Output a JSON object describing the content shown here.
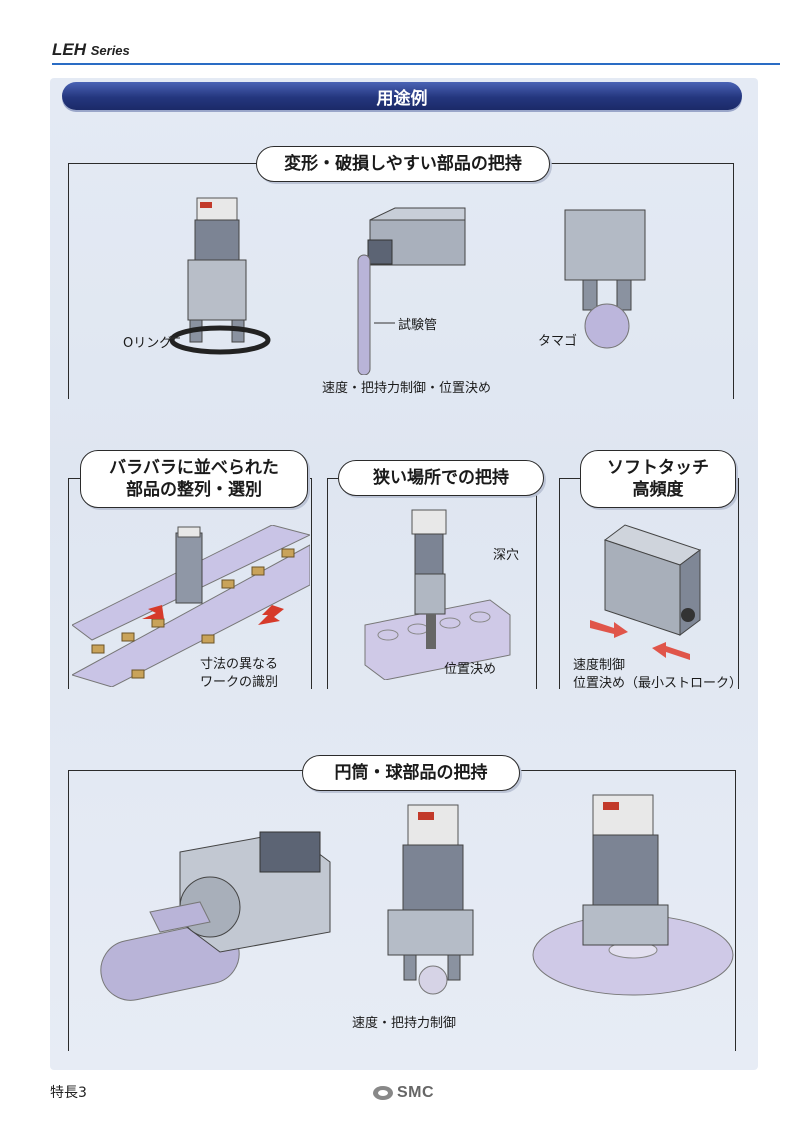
{
  "header": {
    "series_name": "LEH",
    "series_suffix": "Series"
  },
  "banner": {
    "title": "用途例"
  },
  "sections": {
    "fragile": {
      "title": "変形・破損しやすい部品の把持",
      "labels": {
        "o_ring": "Oリング",
        "test_tube": "試験管",
        "egg": "タマゴ"
      },
      "caption": "速度・把持力制御・位置決め"
    },
    "sorting": {
      "title_line1": "バラバラに並べられた",
      "title_line2": "部品の整列・選別",
      "caption_line1": "寸法の異なる",
      "caption_line2": "ワークの識別"
    },
    "narrow": {
      "title": "狭い場所での把持",
      "labels": {
        "deep_hole": "深穴"
      },
      "caption": "位置決め"
    },
    "soft_touch": {
      "title_line1": "ソフトタッチ",
      "title_line2": "高頻度",
      "caption_line1": "速度制御",
      "caption_line2": "位置決め（最小ストローク）"
    },
    "cylinder": {
      "title": "円筒・球部品の把持",
      "caption": "速度・把持力制御"
    }
  },
  "footer": {
    "page": "特長3",
    "logo_text": "SMC"
  },
  "colors": {
    "banner": "#24367e",
    "accent": "#2a6cc4",
    "panel": "#e1e7f2"
  }
}
